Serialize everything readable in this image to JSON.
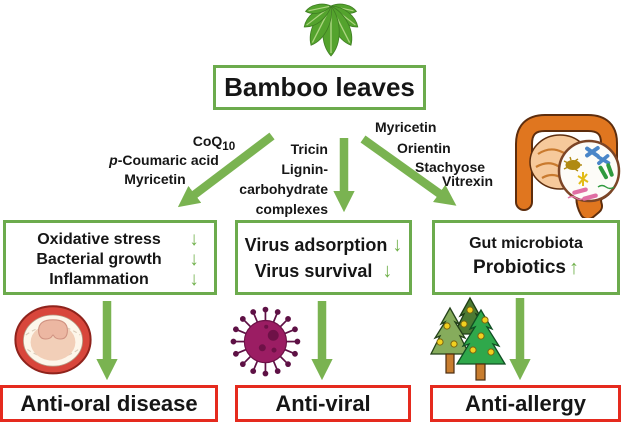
{
  "header": {
    "title": "Bamboo leaves"
  },
  "colors": {
    "arrow_green": "#7ab351",
    "box_border_green": "#6cab4d",
    "outcome_border_red": "#e52a1e",
    "leaf_green": "#54a32d",
    "virus_magenta": "#9b1d63",
    "intestine_orange": "#e0761f",
    "text": "#161616"
  },
  "glyphs": {
    "down": "↓",
    "up": "↑"
  },
  "icons": {
    "header": "bamboo-leaves-icon",
    "side": "gut-microbiota-icon",
    "branch_icons": [
      "open-mouth-icon",
      "virus-icon",
      "pollen-trees-icon"
    ]
  },
  "branches": [
    {
      "compounds": [
        {
          "text": "CoQ",
          "sub": "10"
        },
        {
          "italic": "p",
          "text": "-Coumaric acid"
        },
        {
          "text": "Myricetin"
        }
      ],
      "effects": [
        {
          "label": "Oxidative stress",
          "glyph": "↓"
        },
        {
          "label": "Bacterial growth",
          "glyph": "↓"
        },
        {
          "label": "Inflammation",
          "glyph": "↓"
        }
      ],
      "outcome": "Anti-oral disease"
    },
    {
      "compounds": [
        {
          "text": "Tricin"
        },
        {
          "text": "Lignin-"
        },
        {
          "text": "carbohydrate"
        },
        {
          "text": "complexes"
        }
      ],
      "effects": [
        {
          "label": "Virus adsorption",
          "glyph": "↓"
        },
        {
          "label": "Virus survival",
          "glyph": "↓"
        }
      ],
      "outcome": "Anti-viral"
    },
    {
      "compounds": [
        {
          "text": "Myricetin"
        },
        {
          "text": "Orientin"
        },
        {
          "text": "Stachyose"
        },
        {
          "text": "Vitrexin"
        }
      ],
      "effects": [
        {
          "label": "Gut microbiota",
          "glyph": ""
        },
        {
          "label": "Probiotics",
          "glyph": "↑"
        }
      ],
      "outcome": "Anti-allergy"
    }
  ]
}
